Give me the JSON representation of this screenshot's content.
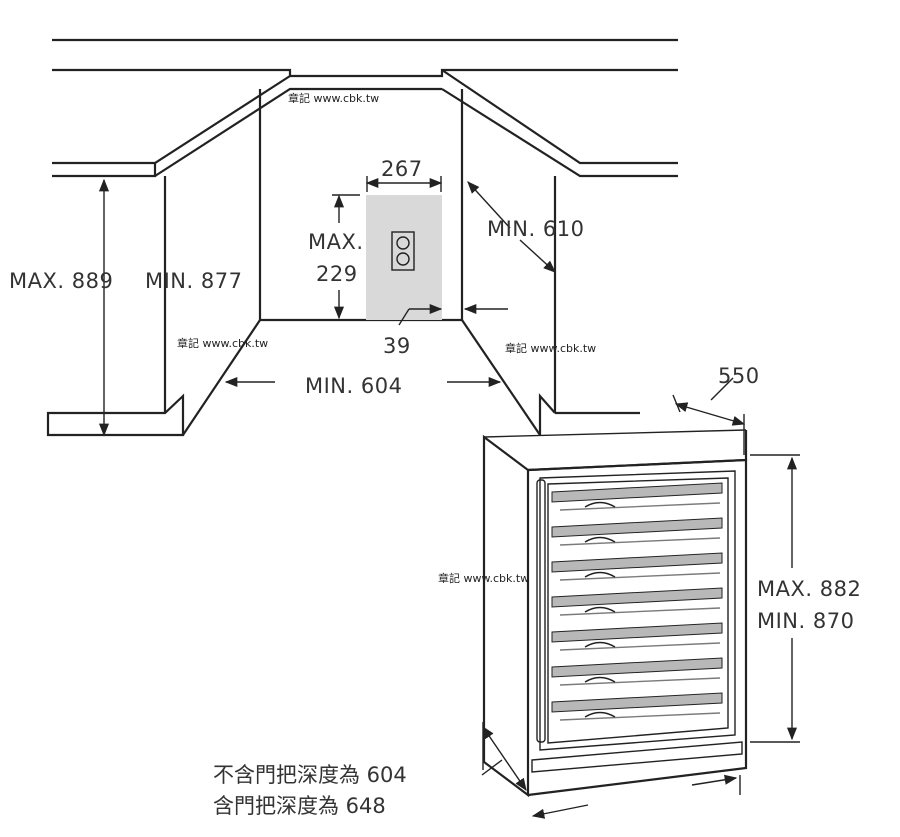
{
  "watermarks": {
    "top": "章記 www.cbk.tw",
    "left": "章記 www.cbk.tw",
    "right": "章記 www.cbk.tw",
    "cabinet": "章記 www.cbk.tw"
  },
  "niche": {
    "height_label": "MAX. 889",
    "inner_height_label": "MIN. 877",
    "width_label": "MIN. 604",
    "depth_label": "MIN. 610",
    "outlet_width": "267",
    "outlet_height_max": "MAX.",
    "outlet_height_value": "229",
    "outlet_offset": "39"
  },
  "appliance": {
    "depth_label": "550",
    "height_max_label": "MAX.  882",
    "height_min_label": "MIN.   870",
    "depth_no_handle": "不含門把深度為 604",
    "depth_with_handle": "含門把深度為 648"
  },
  "colors": {
    "line": "#222222",
    "outlet_box": "#d9d9d9",
    "shelf_wood": "#b8b8b8",
    "text": "#333333"
  }
}
